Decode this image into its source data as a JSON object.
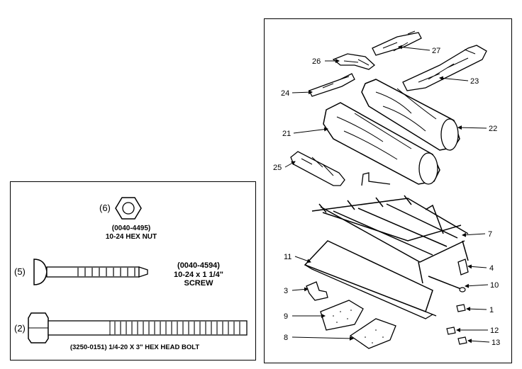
{
  "hardware_panel": {
    "hex_nut": {
      "qty": "(6)",
      "part_no": "(0040-4495)",
      "desc": "10-24 HEX NUT"
    },
    "screw": {
      "qty": "(5)",
      "part_no": "(0040-4594)",
      "desc1": "10-24 x 1 1/4\"",
      "desc2": "SCREW"
    },
    "bolt": {
      "qty": "(2)",
      "caption": "(3250-0151) 1/4-20 X 3\" HEX HEAD BOLT"
    }
  },
  "callouts": {
    "c1": "1",
    "c3": "3",
    "c4": "4",
    "c7": "7",
    "c8": "8",
    "c9": "9",
    "c10": "10",
    "c11": "11",
    "c12": "12",
    "c13": "13",
    "c21": "21",
    "c22": "22",
    "c23": "23",
    "c24": "24",
    "c25": "25",
    "c26": "26",
    "c27": "27"
  }
}
